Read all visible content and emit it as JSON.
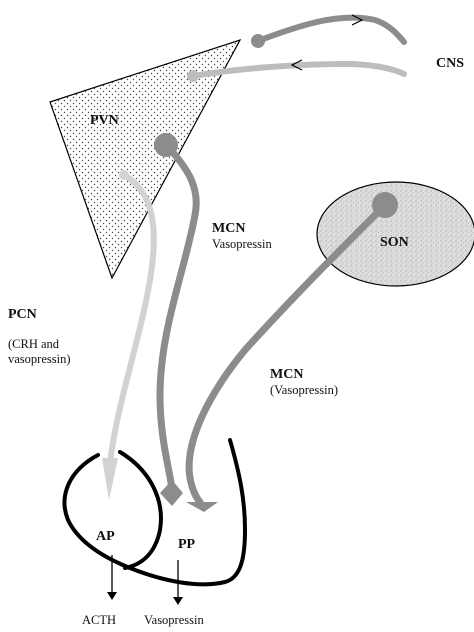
{
  "labels": {
    "cns": "CNS",
    "pvn": "PVN",
    "son": "SON",
    "mcn_upper_title": "MCN",
    "mcn_upper_sub": "Vasopressin",
    "pcn_title": "PCN",
    "pcn_sub_line1": "(CRH and",
    "pcn_sub_line2": "vasopressin)",
    "mcn_lower_title": "MCN",
    "mcn_lower_sub": "(Vasopressin)",
    "ap": "AP",
    "pp": "PP",
    "acth": "ACTH",
    "vasopressin_out": "Vasopressin"
  },
  "colors": {
    "mcn_fiber": "#8c8c8c",
    "pcn_fiber": "#d2d2d2",
    "cns_fiber_upper": "#8c8c8c",
    "cns_fiber_lower": "#bdbdbd",
    "outline": "#000000",
    "stipple": "#555555",
    "son_fill": "#d9d9d9"
  }
}
